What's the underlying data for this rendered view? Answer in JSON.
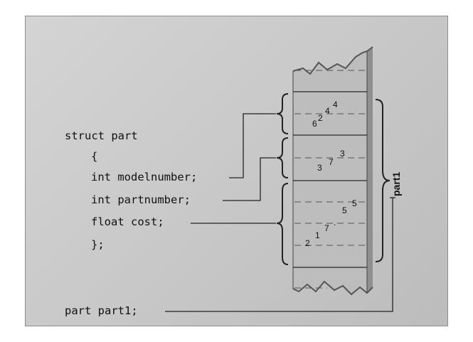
{
  "code": {
    "line1": "struct part",
    "line2": "{",
    "line3": "int modelnumber;",
    "line4": "int partnumber;",
    "line5": "float cost;",
    "line6": "};",
    "line7": "part part1;"
  },
  "memory": {
    "modelnumber_value": [
      "6",
      "2",
      "4",
      "4"
    ],
    "partnumber_value": [
      "3",
      "7",
      "3"
    ],
    "cost_value": [
      "2",
      "1",
      "7",
      ".",
      "5",
      "5"
    ]
  },
  "brace_label": "part1",
  "colors": {
    "panel": "#c9c9c9",
    "memory_column": "#bdbdbd",
    "memory_side": "#8c8c8c",
    "lines": "#222222"
  }
}
